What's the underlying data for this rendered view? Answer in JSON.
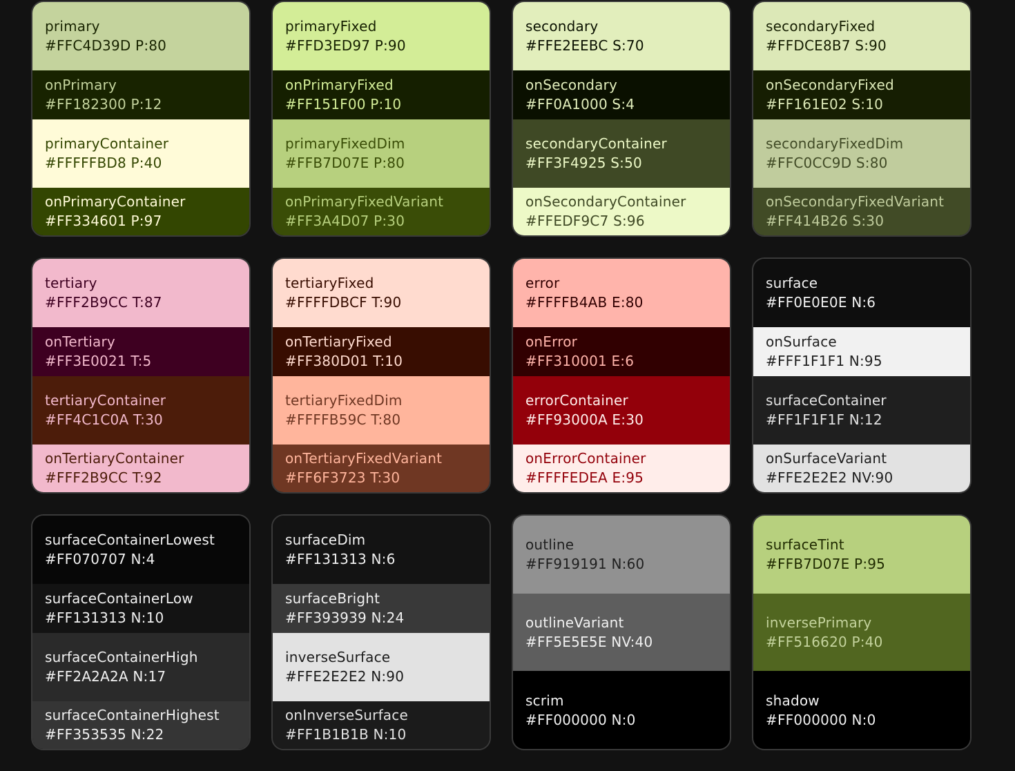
{
  "rows": [
    [
      {
        "layout": "four",
        "cells": [
          {
            "name": "primary",
            "value": "#FFC4D39D  P:80",
            "bg": "#C4D39D",
            "fg": "#182300"
          },
          {
            "name": "onPrimary",
            "value": "#FF182300  P:12",
            "bg": "#182300",
            "fg": "#C4D39D"
          },
          {
            "name": "primaryContainer",
            "value": "#FFFFFBD8  P:40",
            "bg": "#FFFBD8",
            "fg": "#334601"
          },
          {
            "name": "onPrimaryContainer",
            "value": "#FF334601  P:97",
            "bg": "#334601",
            "fg": "#FFFBD8"
          }
        ]
      },
      {
        "layout": "four",
        "cells": [
          {
            "name": "primaryFixed",
            "value": "#FFD3ED97  P:90",
            "bg": "#D3ED97",
            "fg": "#151F00"
          },
          {
            "name": "onPrimaryFixed",
            "value": "#FF151F00  P:10",
            "bg": "#151F00",
            "fg": "#D3ED97"
          },
          {
            "name": "primaryFixedDim",
            "value": "#FFB7D07E  P:80",
            "bg": "#B7D07E",
            "fg": "#3A4D07"
          },
          {
            "name": "onPrimaryFixedVariant",
            "value": "#FF3A4D07  P:30",
            "bg": "#3A4D07",
            "fg": "#B7D07E"
          }
        ]
      },
      {
        "layout": "four",
        "cells": [
          {
            "name": "secondary",
            "value": "#FFE2EEBC  S:70",
            "bg": "#E2EEBC",
            "fg": "#0A1000"
          },
          {
            "name": "onSecondary",
            "value": "#FF0A1000  S:4",
            "bg": "#0A1000",
            "fg": "#E2EEBC"
          },
          {
            "name": "secondaryContainer",
            "value": "#FF3F4925  S:50",
            "bg": "#3F4925",
            "fg": "#EDF9C7"
          },
          {
            "name": "onSecondaryContainer",
            "value": "#FFEDF9C7  S:96",
            "bg": "#EDF9C7",
            "fg": "#3F4925"
          }
        ]
      },
      {
        "layout": "four",
        "cells": [
          {
            "name": "secondaryFixed",
            "value": "#FFDCE8B7  S:90",
            "bg": "#DCE8B7",
            "fg": "#161E02"
          },
          {
            "name": "onSecondaryFixed",
            "value": "#FF161E02  S:10",
            "bg": "#161E02",
            "fg": "#DCE8B7"
          },
          {
            "name": "secondaryFixedDim",
            "value": "#FFC0CC9D  S:80",
            "bg": "#C0CC9D",
            "fg": "#414B26"
          },
          {
            "name": "onSecondaryFixedVariant",
            "value": "#FF414B26  S:30",
            "bg": "#414B26",
            "fg": "#C0CC9D"
          }
        ]
      }
    ],
    [
      {
        "layout": "four",
        "cells": [
          {
            "name": "tertiary",
            "value": "#FFF2B9CC  T:87",
            "bg": "#F2B9CC",
            "fg": "#3E0021"
          },
          {
            "name": "onTertiary",
            "value": "#FF3E0021  T:5",
            "bg": "#3E0021",
            "fg": "#F2B9CC"
          },
          {
            "name": "tertiaryContainer",
            "value": "#FF4C1C0A  T:30",
            "bg": "#4C1C0A",
            "fg": "#F2B9CC"
          },
          {
            "name": "onTertiaryContainer",
            "value": "#FFF2B9CC  T:92",
            "bg": "#F2B9CC",
            "fg": "#4C1C0A"
          }
        ]
      },
      {
        "layout": "four",
        "cells": [
          {
            "name": "tertiaryFixed",
            "value": "#FFFFDBCF  T:90",
            "bg": "#FFDBCF",
            "fg": "#380D01"
          },
          {
            "name": "onTertiaryFixed",
            "value": "#FF380D01  T:10",
            "bg": "#380D01",
            "fg": "#FFDBCF"
          },
          {
            "name": "tertiaryFixedDim",
            "value": "#FFFFB59C  T:80",
            "bg": "#FFB59C",
            "fg": "#6F3723"
          },
          {
            "name": "onTertiaryFixedVariant",
            "value": "#FF6F3723  T:30",
            "bg": "#6F3723",
            "fg": "#FFB59C"
          }
        ]
      },
      {
        "layout": "four",
        "cells": [
          {
            "name": "error",
            "value": "#FFFFB4AB  E:80",
            "bg": "#FFB4AB",
            "fg": "#310001"
          },
          {
            "name": "onError",
            "value": "#FF310001  E:6",
            "bg": "#310001",
            "fg": "#FFB4AB"
          },
          {
            "name": "errorContainer",
            "value": "#FF93000A  E:30",
            "bg": "#93000A",
            "fg": "#FFEDEA"
          },
          {
            "name": "onErrorContainer",
            "value": "#FFFFEDEA  E:95",
            "bg": "#FFEDEA",
            "fg": "#93000A"
          }
        ]
      },
      {
        "layout": "four",
        "cells": [
          {
            "name": "surface",
            "value": "#FF0E0E0E  N:6",
            "bg": "#0E0E0E",
            "fg": "#F1F1F1"
          },
          {
            "name": "onSurface",
            "value": "#FFF1F1F1  N:95",
            "bg": "#F1F1F1",
            "fg": "#1F1F1F"
          },
          {
            "name": "surfaceContainer",
            "value": "#FF1F1F1F  N:12",
            "bg": "#1F1F1F",
            "fg": "#E2E2E2"
          },
          {
            "name": "onSurfaceVariant",
            "value": "#FFE2E2E2  NV:90",
            "bg": "#E2E2E2",
            "fg": "#1F1F1F"
          }
        ]
      }
    ],
    [
      {
        "layout": "four",
        "cells": [
          {
            "name": "surfaceContainerLowest",
            "value": "#FF070707  N:4",
            "bg": "#070707",
            "fg": "#F1F1F1"
          },
          {
            "name": "surfaceContainerLow",
            "value": "#FF131313  N:10",
            "bg": "#131313",
            "fg": "#F1F1F1"
          },
          {
            "name": "surfaceContainerHigh",
            "value": "#FF2A2A2A  N:17",
            "bg": "#2A2A2A",
            "fg": "#F1F1F1"
          },
          {
            "name": "surfaceContainerHighest",
            "value": "#FF353535  N:22",
            "bg": "#353535",
            "fg": "#F1F1F1"
          }
        ]
      },
      {
        "layout": "four",
        "cells": [
          {
            "name": "surfaceDim",
            "value": "#FF131313  N:6",
            "bg": "#131313",
            "fg": "#F1F1F1"
          },
          {
            "name": "surfaceBright",
            "value": "#FF393939  N:24",
            "bg": "#393939",
            "fg": "#F1F1F1"
          },
          {
            "name": "inverseSurface",
            "value": "#FFE2E2E2  N:90",
            "bg": "#E2E2E2",
            "fg": "#1B1B1B"
          },
          {
            "name": "onInverseSurface",
            "value": "#FF1B1B1B  N:10",
            "bg": "#1B1B1B",
            "fg": "#E2E2E2"
          }
        ]
      },
      {
        "layout": "three",
        "cells": [
          {
            "name": "outline",
            "value": "#FF919191  N:60",
            "bg": "#919191",
            "fg": "#1F1F1F"
          },
          {
            "name": "outlineVariant",
            "value": "#FF5E5E5E  NV:40",
            "bg": "#5E5E5E",
            "fg": "#F1F1F1"
          },
          {
            "name": "scrim",
            "value": "#FF000000  N:0",
            "bg": "#000000",
            "fg": "#F1F1F1"
          }
        ]
      },
      {
        "layout": "three",
        "cells": [
          {
            "name": "surfaceTint",
            "value": "#FFB7D07E  P:95",
            "bg": "#B7D07E",
            "fg": "#1F2A00"
          },
          {
            "name": "inversePrimary",
            "value": "#FF516620  P:40",
            "bg": "#516620",
            "fg": "#C4D39D"
          },
          {
            "name": "shadow",
            "value": "#FF000000  N:0",
            "bg": "#000000",
            "fg": "#F1F1F1"
          }
        ]
      }
    ]
  ]
}
